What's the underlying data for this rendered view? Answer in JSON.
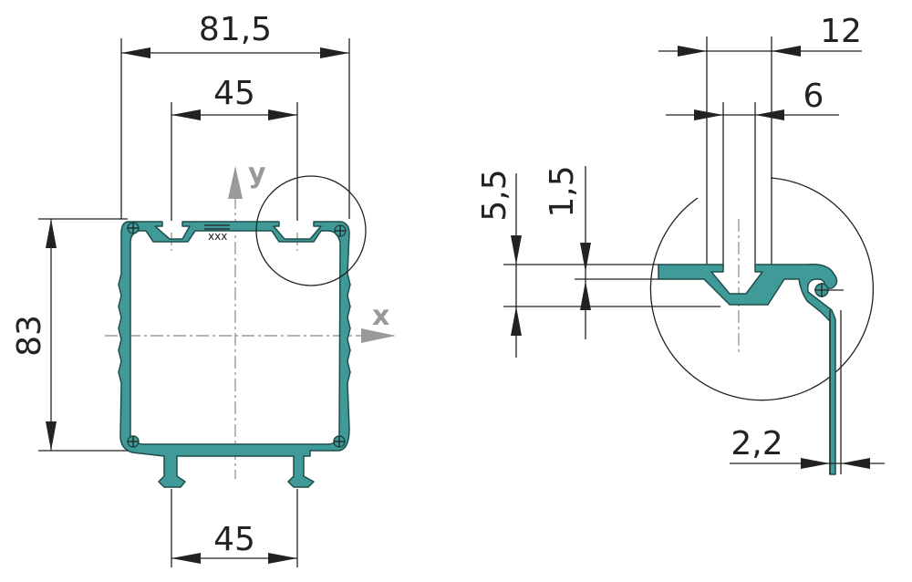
{
  "front_view": {
    "dim_overall_width": "81,5",
    "dim_top_slot_spacing": "45",
    "dim_bottom_slot_spacing": "45",
    "dim_height": "83",
    "axis_y": "y",
    "axis_x": "x",
    "marking": "xxx"
  },
  "detail_view": {
    "dim_12": "12",
    "dim_6": "6",
    "dim_5_5": "5,5",
    "dim_1_5": "1,5",
    "dim_2_2": "2,2"
  },
  "colors": {
    "profile_fill": "#3f9a98",
    "profile_stroke": "#1e4d4c",
    "axis_gray": "#999999"
  }
}
